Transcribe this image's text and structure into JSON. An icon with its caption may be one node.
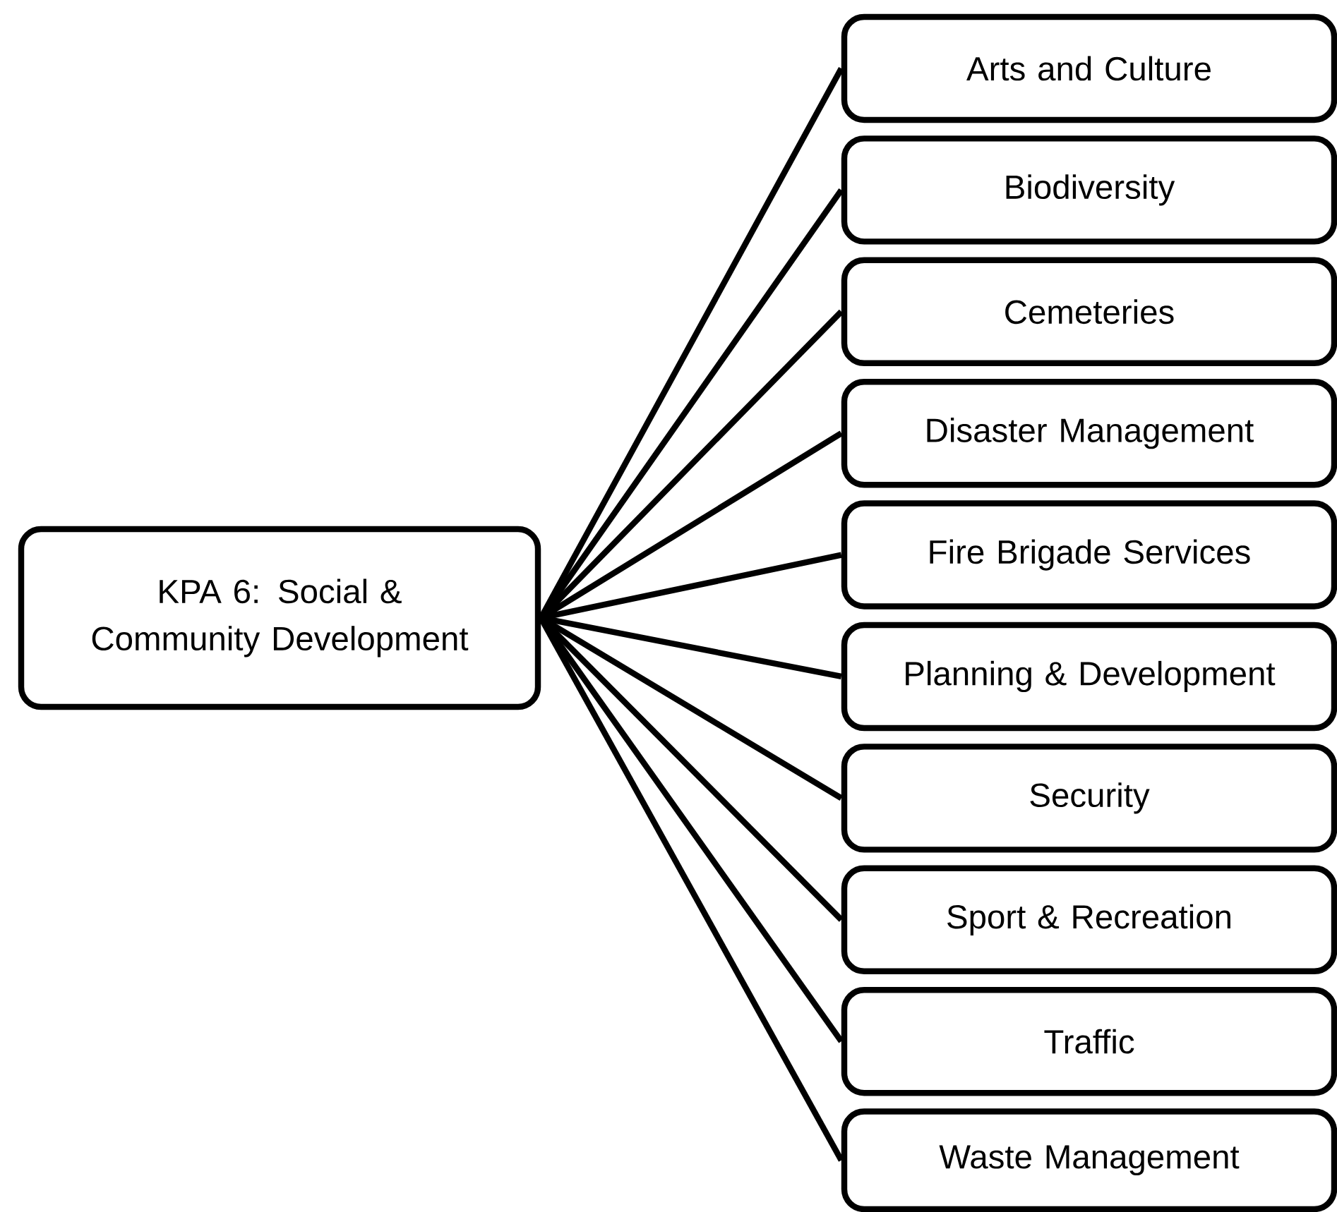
{
  "diagram": {
    "nodes": [
      {
        "text": [
          "KPA 6: Social & Community Development"
        ]
      },
      {
        "text": [
          "Arts and Culture"
        ]
      },
      {
        "text": [
          "Biodiversity"
        ]
      },
      {
        "text": [
          "Cemeteries"
        ]
      },
      {
        "text": [
          "Disaster Management"
        ]
      },
      {
        "text": [
          "Fire Brigade Services"
        ]
      },
      {
        "text": [
          "Planning & Development"
        ]
      },
      {
        "text": [
          "Security"
        ]
      },
      {
        "text": [
          "Sport & Recreation"
        ]
      },
      {
        "text": [
          "Traffic"
        ]
      },
      {
        "text": [
          "Waste Management"
        ]
      }
    ],
    "edges": [
      {
        "from": 0,
        "to": 1,
        "arrow": "none"
      },
      {
        "from": 0,
        "to": 2,
        "arrow": "none"
      },
      {
        "from": 0,
        "to": 3,
        "arrow": "none"
      },
      {
        "from": 0,
        "to": 4,
        "arrow": "none"
      },
      {
        "from": 0,
        "to": 5,
        "arrow": "none"
      },
      {
        "from": 0,
        "to": 6,
        "arrow": "none"
      },
      {
        "from": 0,
        "to": 7,
        "arrow": "none"
      },
      {
        "from": 0,
        "to": 8,
        "arrow": "none"
      },
      {
        "from": 0,
        "to": 9,
        "arrow": "none"
      },
      {
        "from": 0,
        "to": 10,
        "arrow": "none"
      }
    ]
  }
}
